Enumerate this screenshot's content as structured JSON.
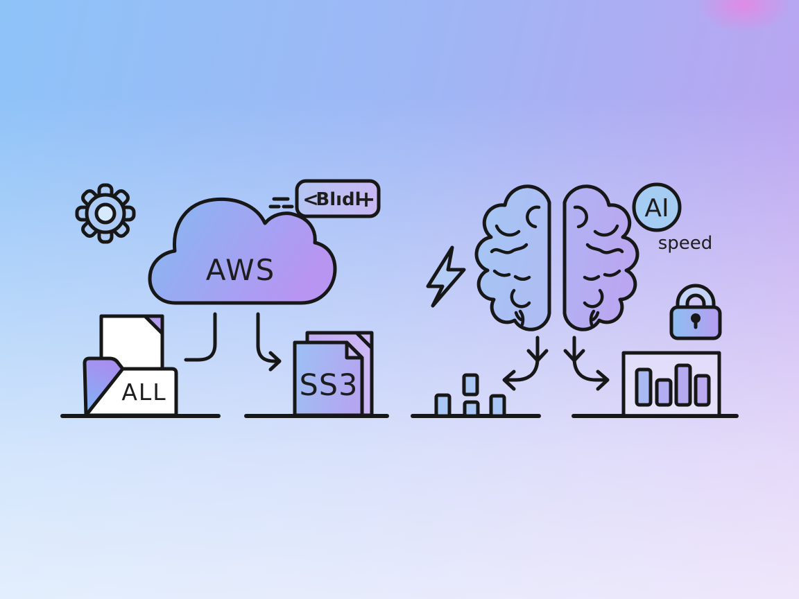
{
  "illustration": {
    "cloud_label": "AWS",
    "badge": {
      "chevron": "<",
      "label": "Blıdl",
      "plus": "+"
    },
    "folder_label": "ALL",
    "document_label": "SS3",
    "ai_label": "AI",
    "ai_caption": "speed"
  },
  "colors": {
    "outline": "#171717",
    "text": "#1d1d1d",
    "bg_left": "#8ec3f8",
    "bg_right": "#c1a0ef",
    "bg_bottom_fade": "#ecf4fb",
    "pink_glow": "#f080e0",
    "cloud_from": "#84b9f3",
    "cloud_to": "#b795f1",
    "gear_fill": "#abcbf4",
    "gear_hole": "#d7e9fc",
    "badge_from": "#b5c5f4",
    "badge_to": "#c8b7f4",
    "doc_white": "#ffffff",
    "fold_purple": "#b39cf2",
    "wedge_from": "#a78ff0",
    "wedge_to": "#7fb5f4",
    "ss3_front_from": "#9cc1f4",
    "ss3_front_to": "#b4a6f1",
    "ss3_back_from": "#c2abf2",
    "ss3_back_to": "#ccb9f4",
    "ss3_flap": "#ccbcf5",
    "bolt_fill": "#b3cdf6",
    "brain_left_from": "#a3c6f5",
    "brain_left_to": "#aebdf3",
    "brain_right_from": "#b0b3f2",
    "brain_right_to": "#bba6f1",
    "ai_circle_fill": "#a5cdf4",
    "lock_from": "#8cc0f1",
    "lock_to": "#b79cf0",
    "shackle_fill": "#c3d4f6",
    "mini_bar_fill": "#a9c6f4",
    "chart_bar_1": "#a9b9f2",
    "chart_bar_2": "#b2aef1",
    "chart_bar_3": "#b5a9f0",
    "chart_bar_4": "#bba9f0",
    "chart_frame_fill": "rgba(255,255,255,0.30)"
  }
}
